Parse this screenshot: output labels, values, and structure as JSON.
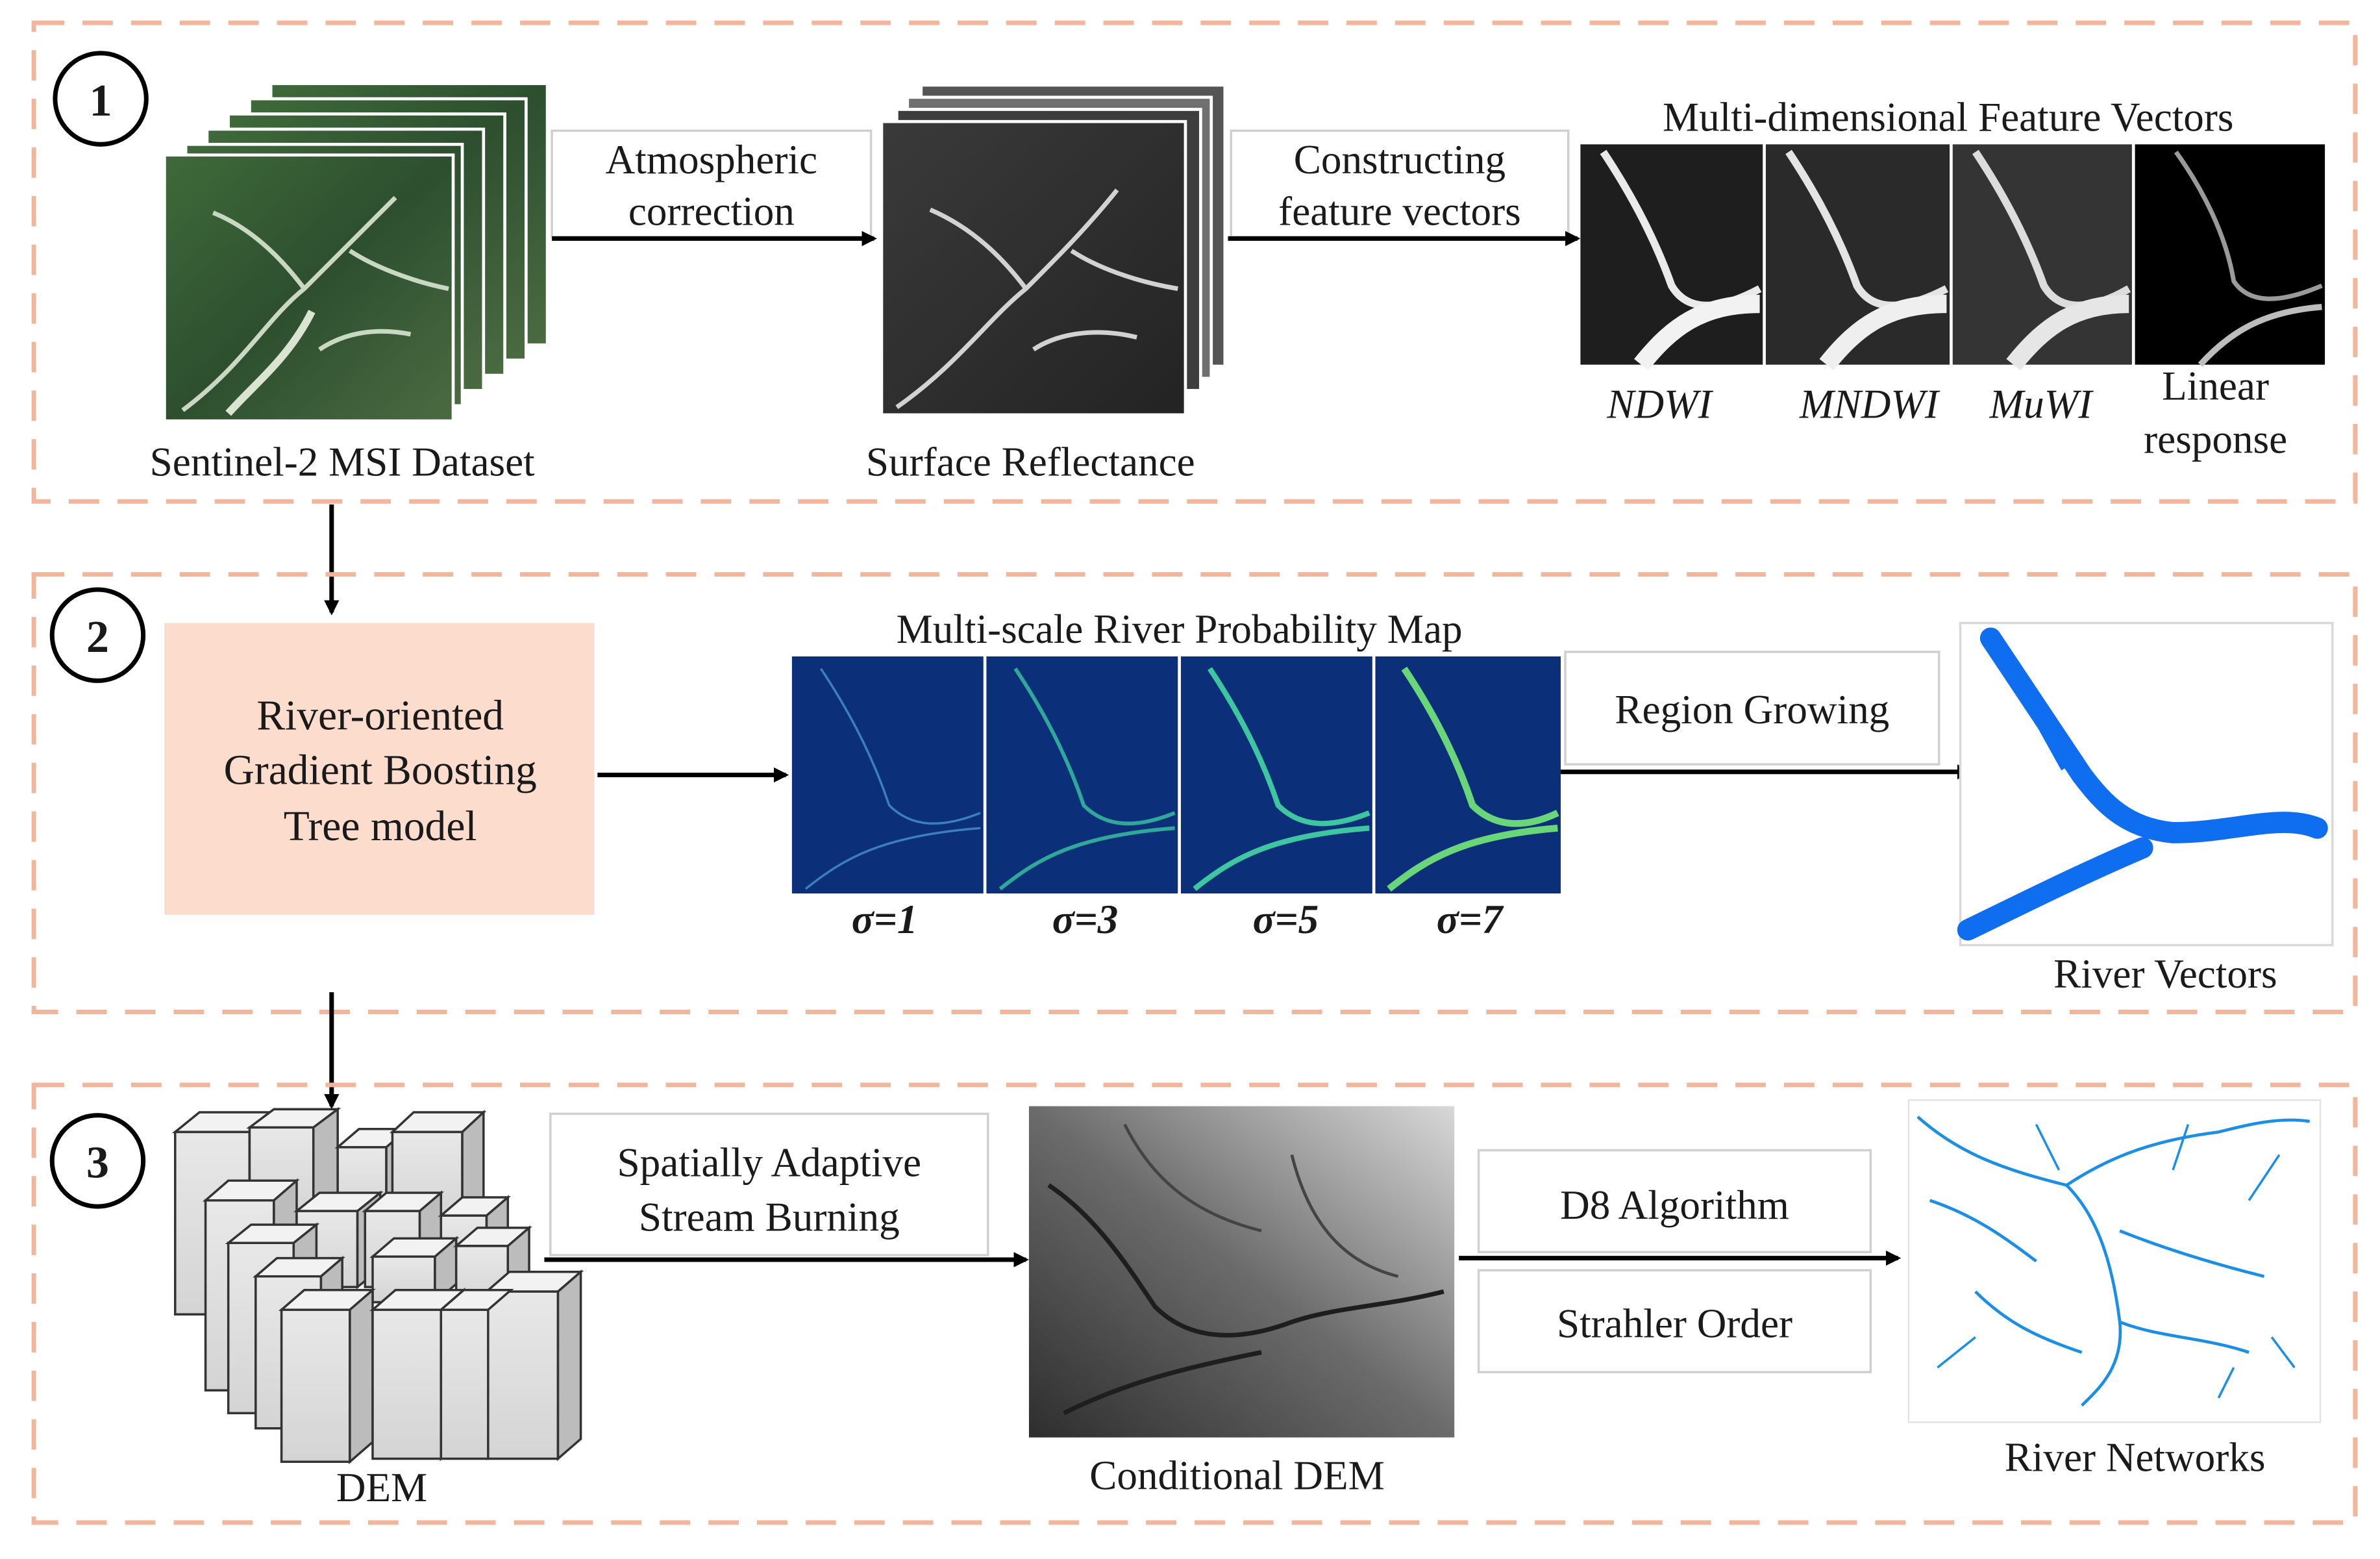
{
  "colors": {
    "stage_border": "#f4b69a",
    "model_box_fill": "#fbdccd",
    "arrow": "#000000",
    "prob_map_bg": "#0c2f7a",
    "prob_map_line": "#3ec6a0",
    "river_vector": "#0f6ef0",
    "river_network": "#1b8ee6"
  },
  "stage1": {
    "number": "1",
    "sentinel_label": "Sentinel-2 MSI Dataset",
    "atmospheric_line1": "Atmospheric",
    "atmospheric_line2": "correction",
    "surface_label": "Surface Reflectance",
    "constructing_line1": "Constructing",
    "constructing_line2": "feature vectors",
    "feature_title": "Multi-dimensional Feature Vectors",
    "features": [
      {
        "label": "NDWI"
      },
      {
        "label": "MNDWI"
      },
      {
        "label": "MuWI"
      },
      {
        "label_line1": "Linear",
        "label_line2": "response"
      }
    ]
  },
  "stage2": {
    "number": "2",
    "model_line1": "River-oriented",
    "model_line2": "Gradient Boosting",
    "model_line3": "Tree model",
    "prob_title": "Multi-scale River Probability Map",
    "sigmas": [
      "σ=1",
      "σ=3",
      "σ=5",
      "σ=7"
    ],
    "region_growing": "Region Growing",
    "river_vectors_label": "River Vectors"
  },
  "stage3": {
    "number": "3",
    "dem_label": "DEM",
    "burning_line1": "Spatially Adaptive",
    "burning_line2": "Stream Burning",
    "conditional_dem_label": "Conditional DEM",
    "d8": "D8 Algorithm",
    "strahler": "Strahler Order",
    "river_networks_label": "River Networks"
  }
}
